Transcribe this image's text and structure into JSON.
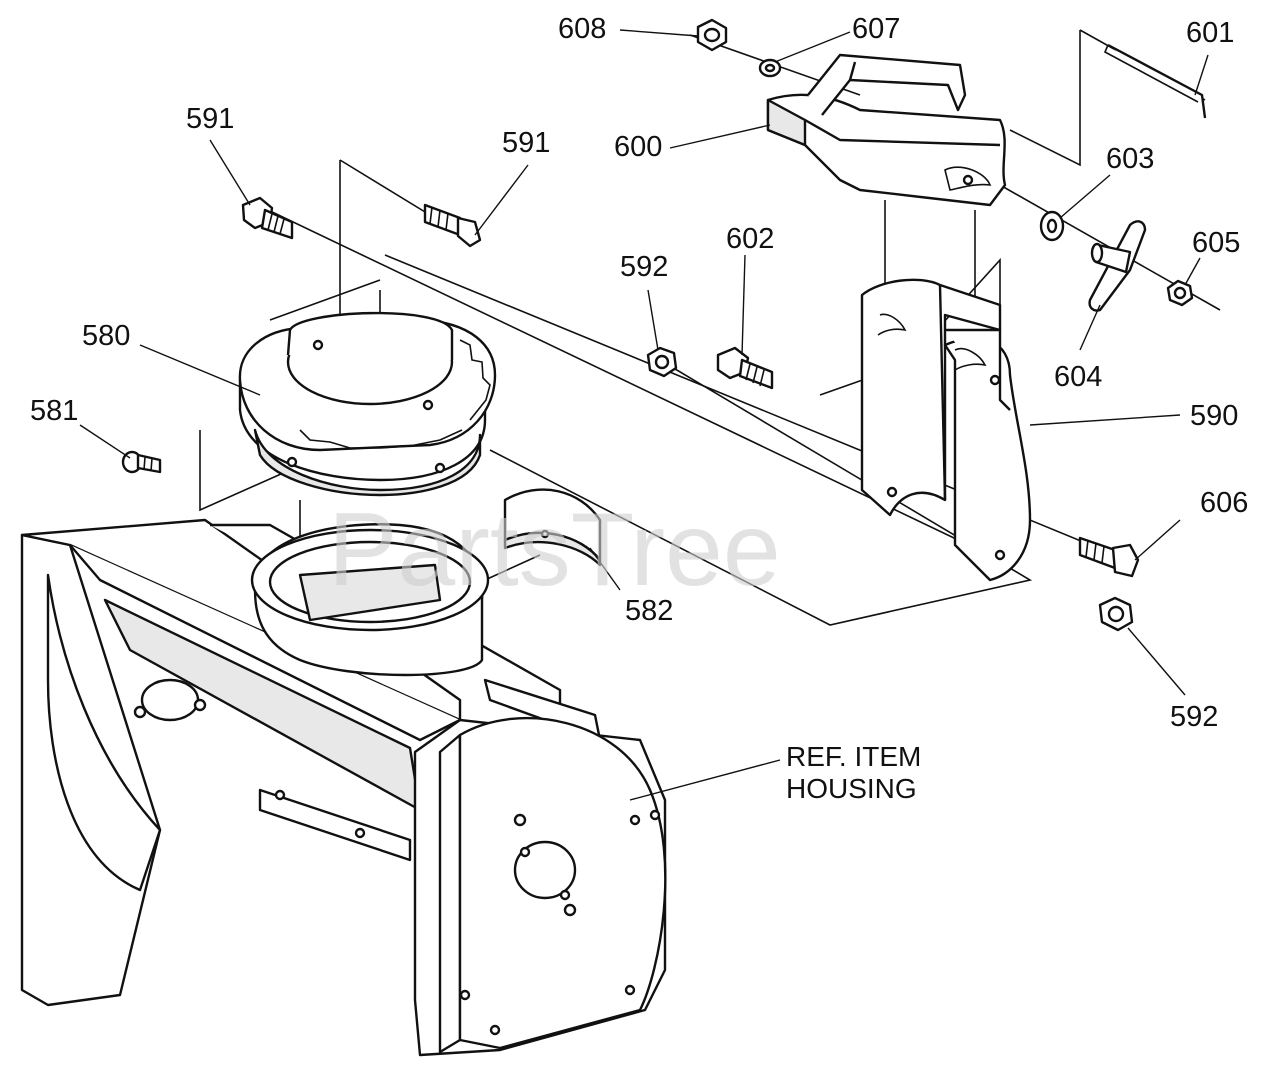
{
  "watermark": "PartsTree",
  "callouts": {
    "c608": "608",
    "c607": "607",
    "c601": "601",
    "c591a": "591",
    "c591b": "591",
    "c600": "600",
    "c603": "603",
    "c602": "602",
    "c592a": "592",
    "c605": "605",
    "c580": "580",
    "c604": "604",
    "c581": "581",
    "c590": "590",
    "c606": "606",
    "c582": "582",
    "c592b": "592"
  },
  "reference_label": {
    "line1": "REF. ITEM",
    "line2": "HOUSING"
  }
}
